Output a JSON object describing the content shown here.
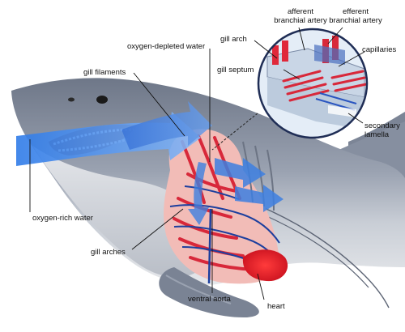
{
  "labels": {
    "oxygen_depleted_water": "oxygen-depleted water",
    "gill_filaments": "gill filaments",
    "gill_arch": "gill arch",
    "gill_septum": "gill septum",
    "afferent_line1": "afferent",
    "afferent_line2": "branchial artery",
    "efferent_line1": "efferent",
    "efferent_line2": "branchial artery",
    "capillaries": "capillaries",
    "secondary_line1": "secondary",
    "secondary_line2": "lamella",
    "oxygen_rich_water": "oxygen-rich water",
    "gill_arches": "gill arches",
    "ventral_aorta": "ventral aorta",
    "heart": "heart"
  },
  "colors": {
    "shark_body": "#8f98a8",
    "shark_belly": "#dfe2e6",
    "water_flow": "#3d7fe0",
    "blood_vessel": "#d8283a",
    "gill_tissue": "#f0b5b1",
    "vein_blue": "#1d3f9e"
  }
}
